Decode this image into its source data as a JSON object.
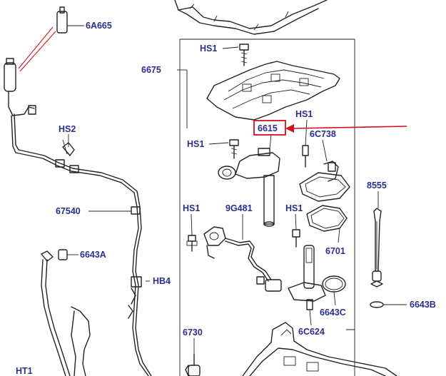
{
  "colors": {
    "label": "#2a2e8c",
    "line": "#222222",
    "highlight": "#d0101a",
    "part_fill": "#ffffff",
    "shade": "#d8d8d8"
  },
  "labels": {
    "6A665": "6A665",
    "HS2": "HS2",
    "67540": "67540",
    "6643A": "6643A",
    "HB4": "HB4",
    "HT1": "HT1",
    "6675": "6675",
    "HS1_top": "HS1",
    "HS1_left": "HS1",
    "HS1_right": "HS1",
    "HS1_mid_left": "HS1",
    "HS1_mid_right": "HS1",
    "6615": "6615",
    "6C738": "6C738",
    "9G481": "9G481",
    "6701": "6701",
    "8555": "8555",
    "6643C": "6643C",
    "6643B": "6643B",
    "6730": "6730",
    "6C624": "6C624"
  }
}
